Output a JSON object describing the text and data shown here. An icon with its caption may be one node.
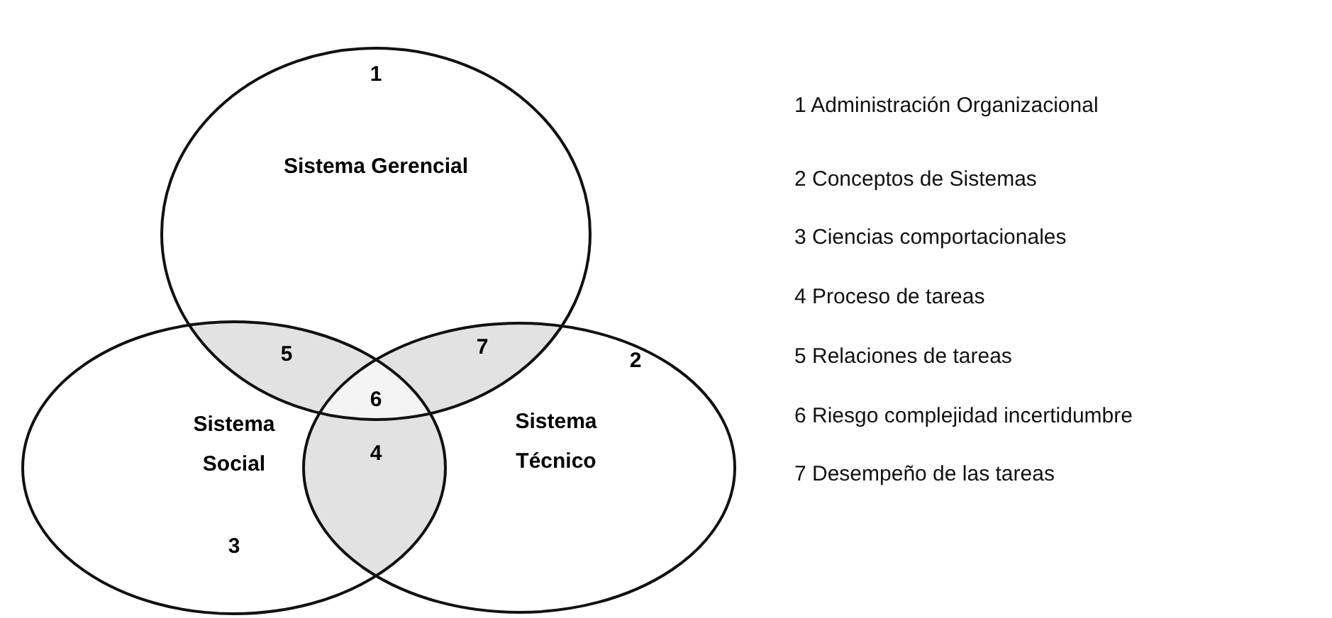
{
  "diagram": {
    "nodes": [
      {
        "text": [
          "1",
          "Sistema Gerencial"
        ]
      },
      {
        "text": [
          "Sistema Social",
          "3"
        ]
      },
      {
        "text": [
          "2",
          "Sistema Técnico"
        ]
      }
    ],
    "labels": [
      "5",
      "7",
      "6",
      "4",
      "1 Administración Organizacional",
      "2 Conceptos de Sistemas",
      "3 Ciencias comportacionales",
      "4 Proceso de tareas",
      "5 Relaciones de tareas",
      "6 Riesgo complejidad incertidumbre",
      "7 Desempeño de las tareas"
    ]
  }
}
